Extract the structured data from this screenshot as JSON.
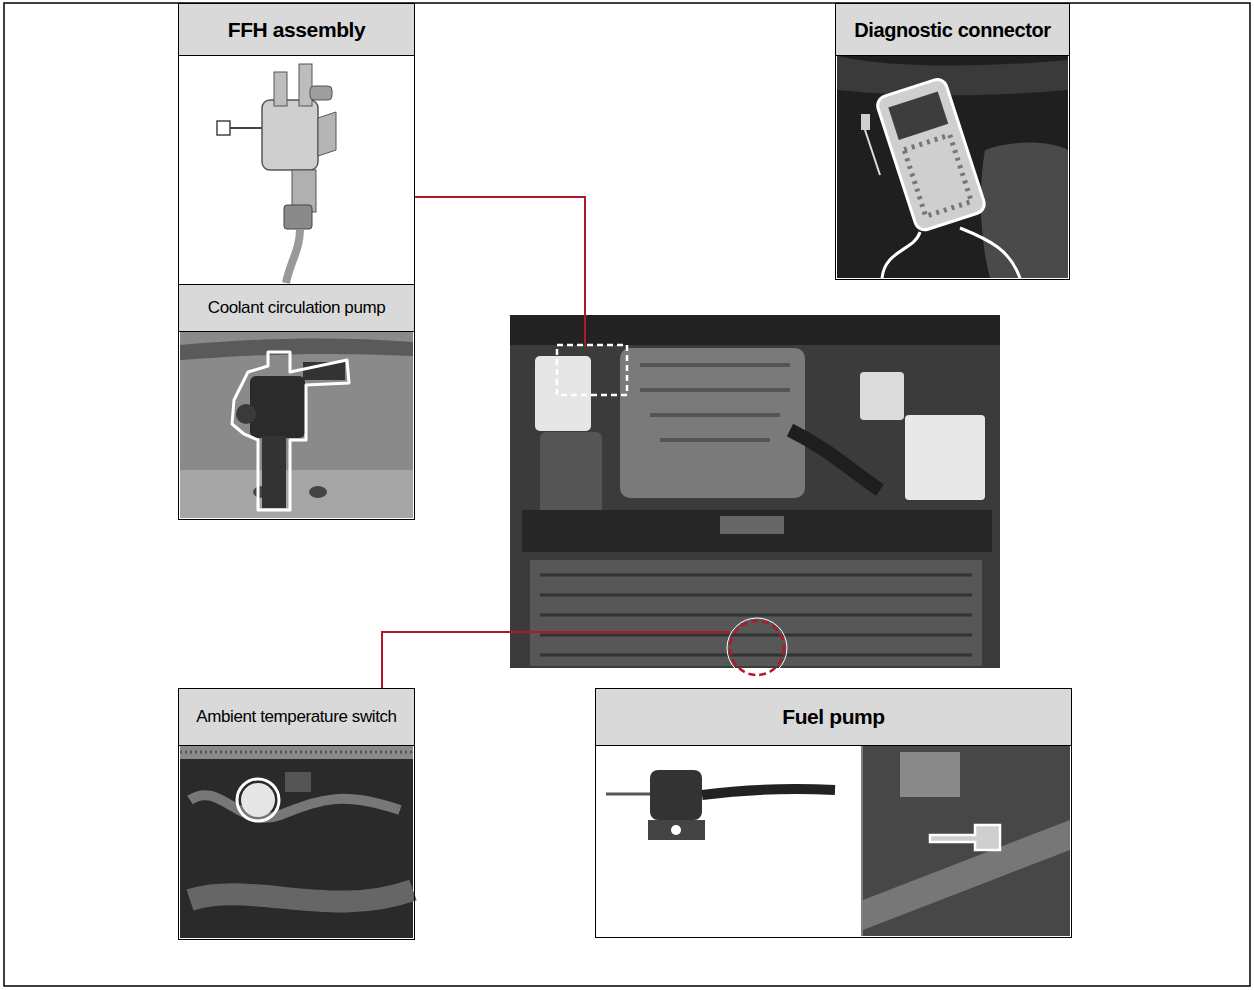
{
  "diagram": {
    "nodes": [
      {
        "text": [
          "FFH assembly"
        ]
      },
      {
        "text": [
          "Diagnostic connector"
        ]
      },
      {
        "text": [
          "Coolant circulation pump"
        ]
      },
      {
        "text": [
          "Ambient temperature switch"
        ]
      },
      {
        "text": [
          "Fuel pump"
        ]
      }
    ]
  }
}
